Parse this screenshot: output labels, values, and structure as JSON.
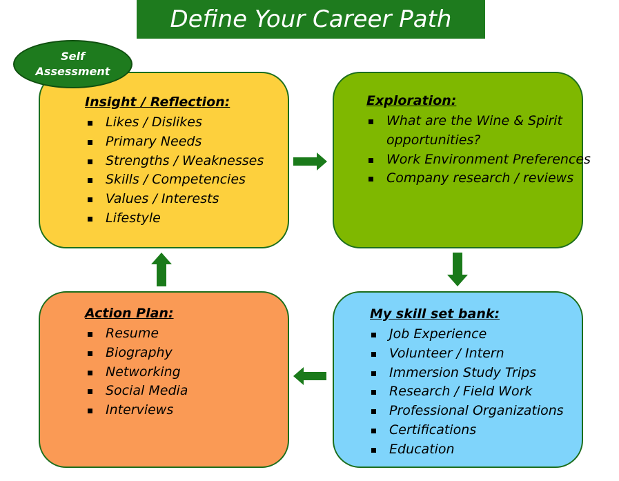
{
  "title": "Define Your Career Path",
  "badge": {
    "line1": "Self",
    "line2": "Assessment"
  },
  "boxes": {
    "insight": {
      "heading": "Insight / Reflection:",
      "color": "#fdd03d",
      "items": [
        "Likes / Dislikes",
        "Primary Needs",
        "Strengths / Weaknesses",
        "Skills / Competencies",
        "Values / Interests",
        "Lifestyle"
      ]
    },
    "exploration": {
      "heading": "Exploration:",
      "color": "#7fb800",
      "items": [
        "What are the Wine & Spirit opportunities?",
        "Work Environment Preferences",
        "Company research / reviews"
      ]
    },
    "action": {
      "heading": "Action Plan:",
      "color": "#fa9a55",
      "items": [
        "Resume",
        "Biography",
        "Networking",
        "Social Media",
        "Interviews"
      ]
    },
    "skill": {
      "heading": "My skill set bank:",
      "color": "#7fd4fb",
      "items": [
        "Job Experience",
        "Volunteer / Intern",
        "Immersion Study Trips",
        "Research / Field Work",
        "Professional Organizations",
        "Certifications",
        "Education"
      ]
    }
  },
  "colors": {
    "brand_green": "#1e7b1e",
    "arrow_green": "#1a7a1a",
    "border": "#1c6e1c"
  },
  "arrows": [
    "arrow-right",
    "arrow-down",
    "arrow-left",
    "arrow-up"
  ]
}
